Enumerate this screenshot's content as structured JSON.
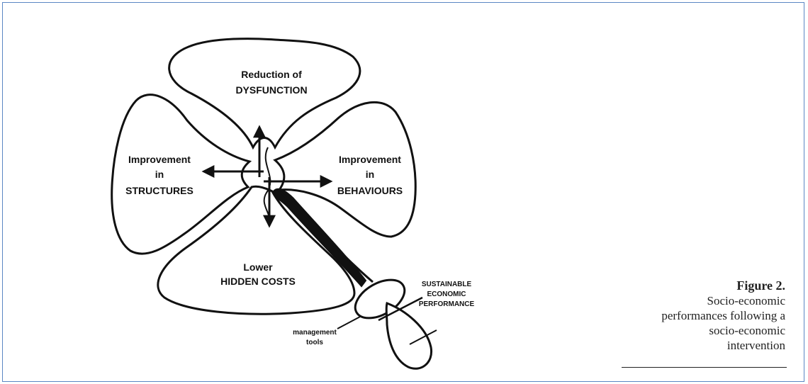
{
  "diagram": {
    "top_petal": {
      "line1": "Reduction of",
      "line2": "DYSFUNCTION"
    },
    "left_petal": {
      "line1": "Improvement",
      "line2": "in",
      "line3": "STRUCTURES"
    },
    "right_petal": {
      "line1": "Improvement",
      "line2": "in",
      "line3": "BEHAVIOURS"
    },
    "bottom_petal": {
      "line1": "Lower",
      "line2": "HIDDEN COSTS"
    },
    "performance_label": {
      "line1": "SUSTAINABLE",
      "line2": "ECONOMIC",
      "line3": "PERFORMANCE"
    },
    "tools_label": {
      "line1": "management",
      "line2": "tools"
    }
  },
  "caption": {
    "figure_number": "Figure 2.",
    "line1": "Socio-economic",
    "line2": "performances following a",
    "line3": "socio-economic",
    "line4": "intervention"
  }
}
